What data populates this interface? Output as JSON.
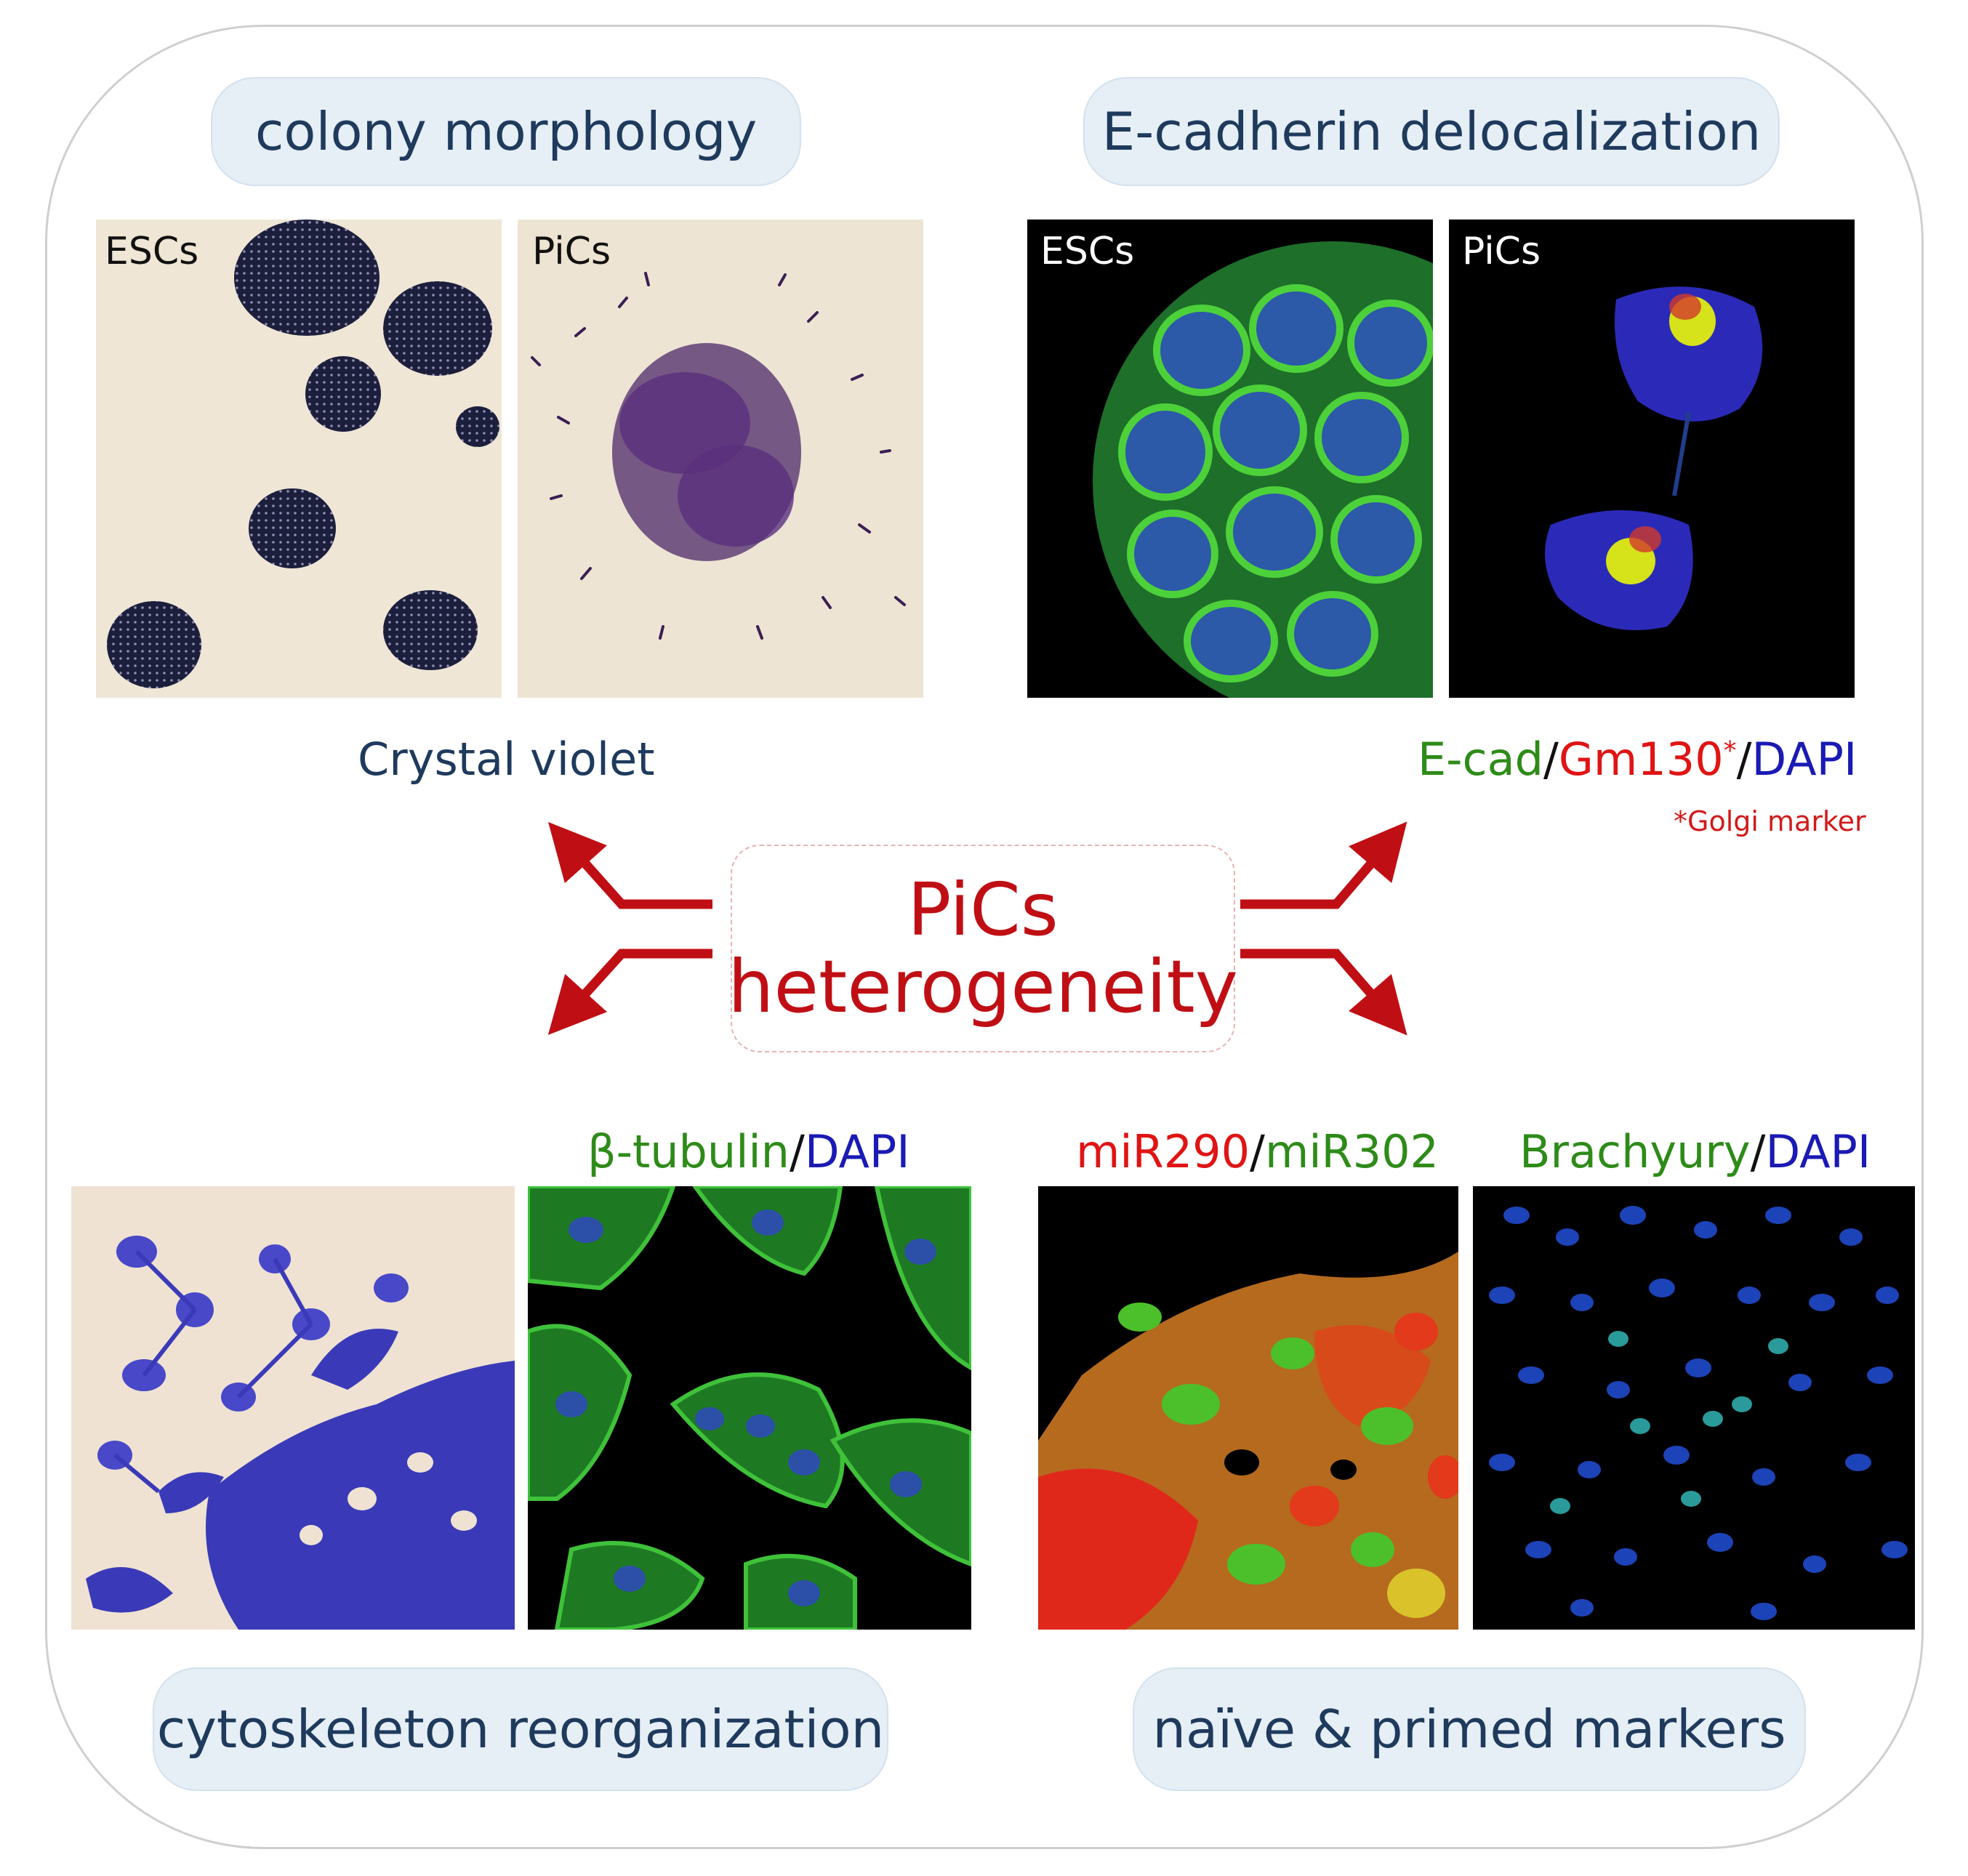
{
  "titles": {
    "colony_morphology": "colony morphology",
    "ecadherin": "E-cadherin delocalization",
    "cytoskeleton": "cytoskeleton reorganization",
    "naive_primed": "naïve & primed markers"
  },
  "center": {
    "line1": "PiCs",
    "line2": "heterogeneity"
  },
  "panel_labels": {
    "escs_1": "ESCs",
    "pics_1": "PiCs",
    "escs_2": "ESCs",
    "pics_2": "PiCs"
  },
  "stains": {
    "crystal_violet": "Crystal violet",
    "ecad": {
      "a": "E-cad",
      "sep1": "/",
      "b": "Gm130",
      "star": "*",
      "sep2": "/",
      "c": "DAPI"
    },
    "golgi_note": "*Golgi  marker",
    "tubulin": {
      "a": "β-tubulin",
      "sep": "/",
      "b": "DAPI"
    },
    "mir": {
      "a": "miR290",
      "sep": "/",
      "b": "miR302"
    },
    "brachyury": {
      "a": "Brachyury",
      "sep": "/",
      "b": "DAPI"
    }
  },
  "colors": {
    "title_text": "#1e3a5c",
    "accent_red": "#c00f14",
    "pill_fill": "#e6eef6",
    "green_label": "#2e8b19",
    "red_label": "#e01414",
    "blue_label": "#1a1ab4"
  }
}
